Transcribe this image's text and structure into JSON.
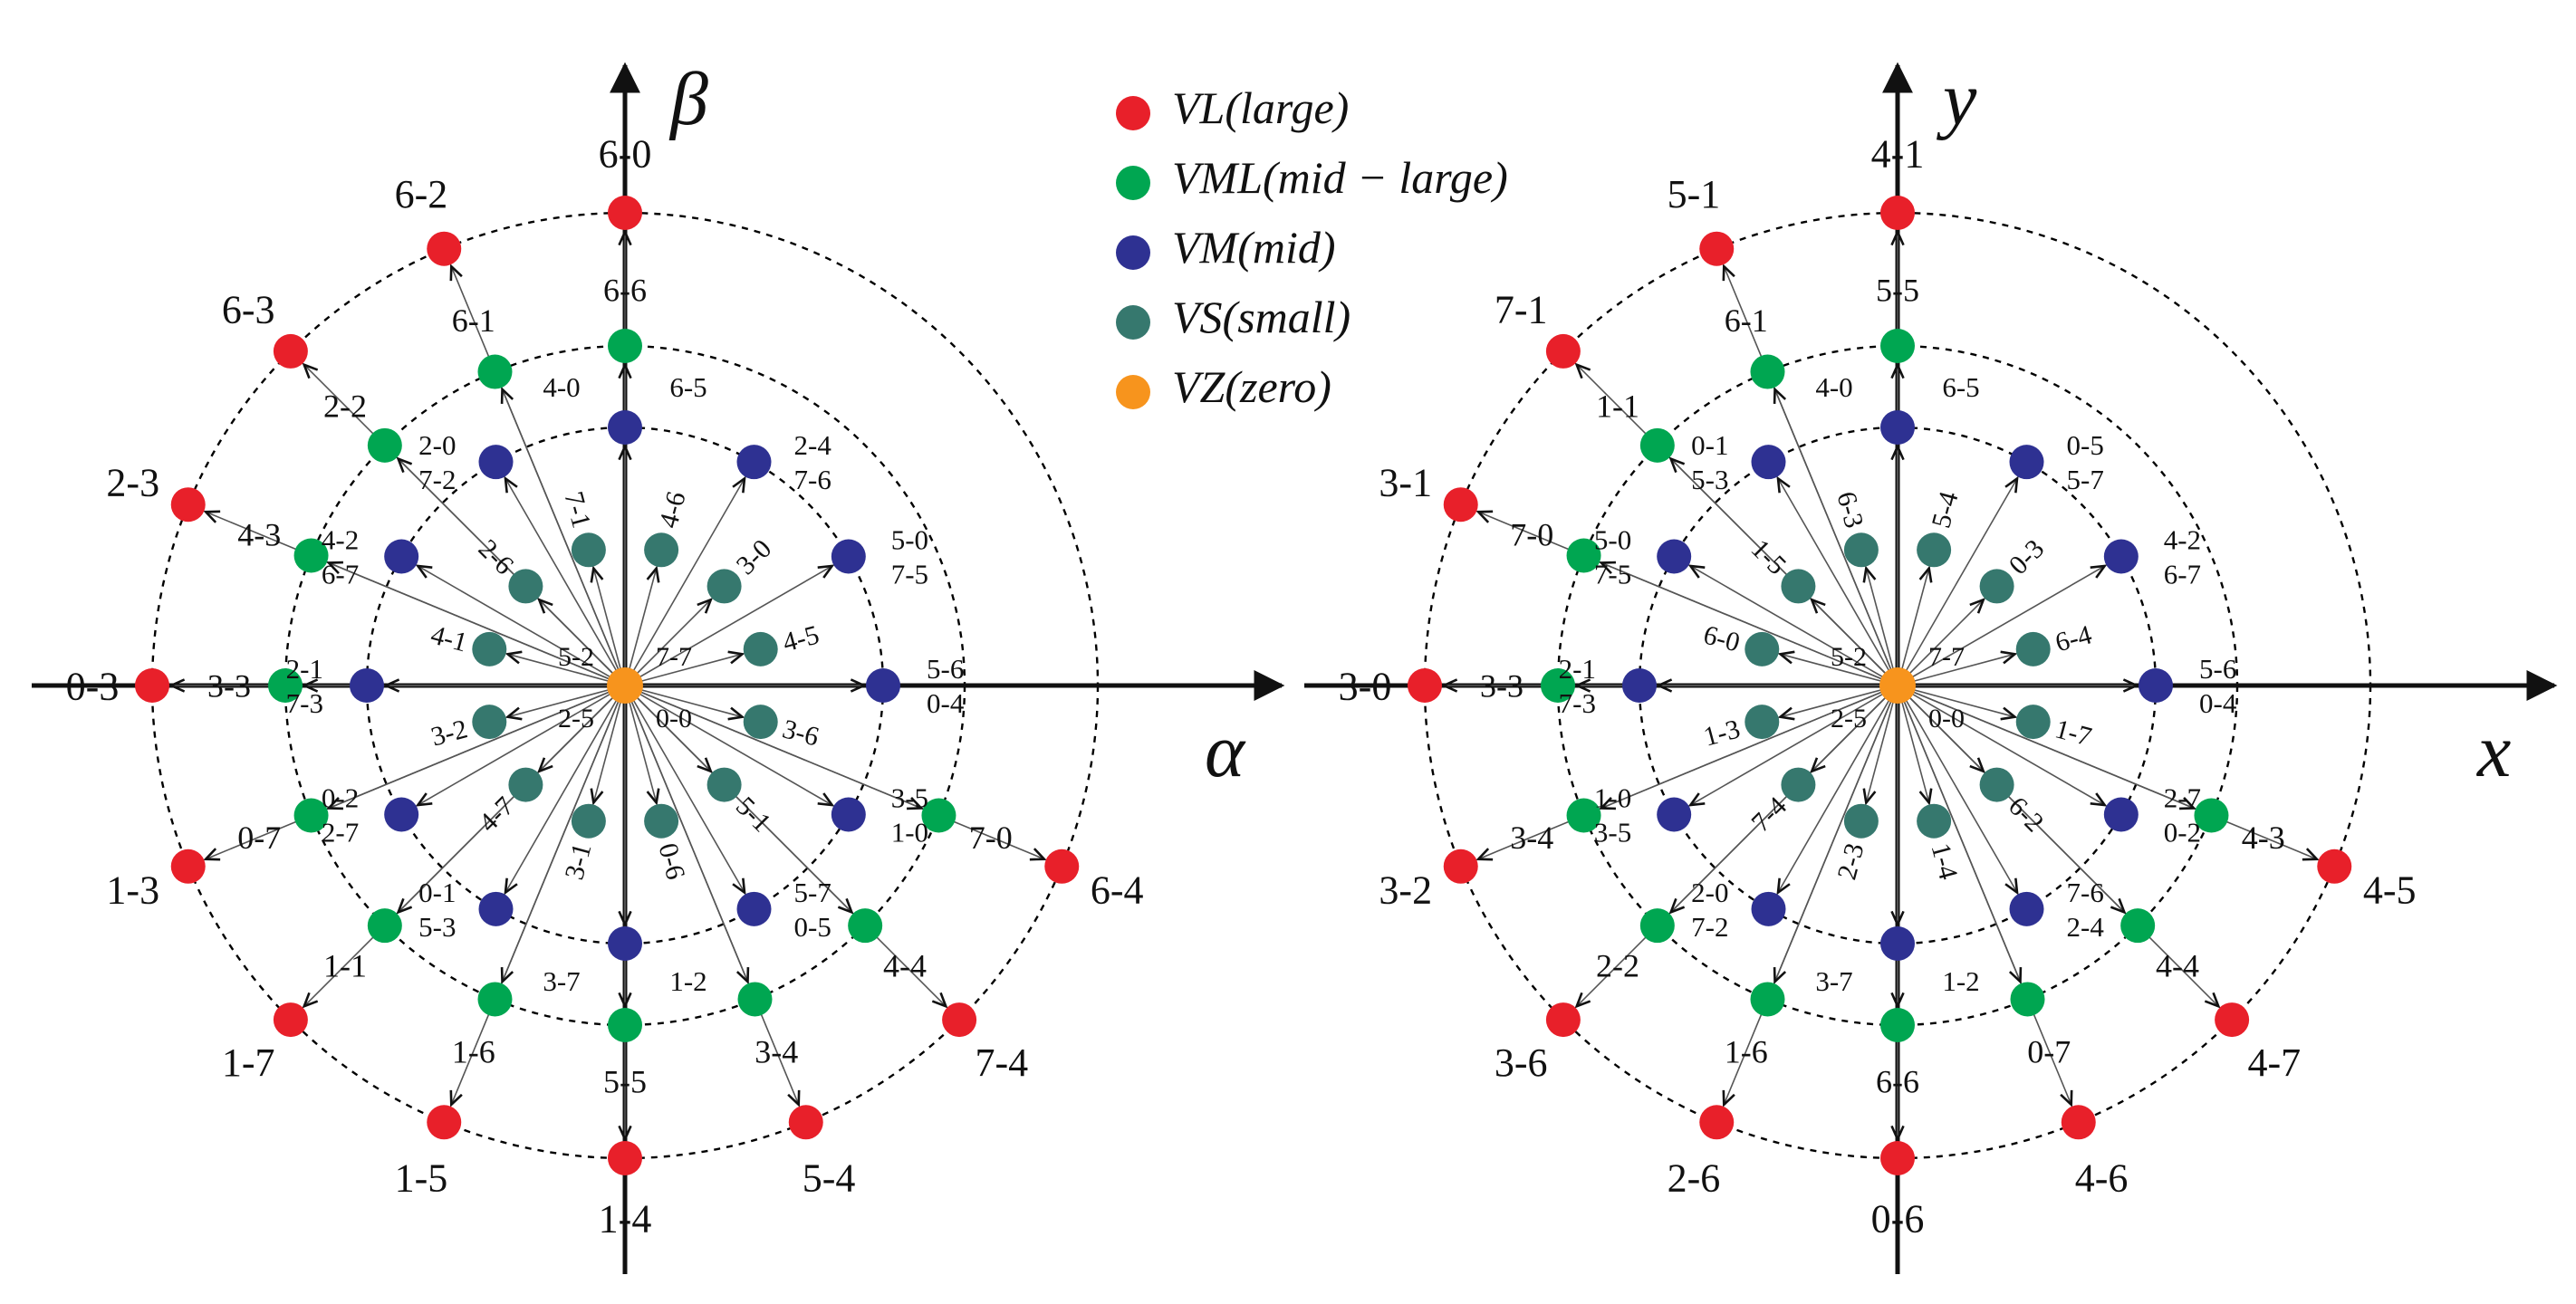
{
  "legend": [
    {
      "key": "VL",
      "label": "VL(large)",
      "color": "#e8202a"
    },
    {
      "key": "VML",
      "label": "VML(mid − large)",
      "color": "#00a651"
    },
    {
      "key": "VM",
      "label": "VM(mid)",
      "color": "#2e3192"
    },
    {
      "key": "VS",
      "label": "VS(small)",
      "color": "#36786e"
    },
    {
      "key": "VZ",
      "label": "VZ(zero)",
      "color": "#f7941d"
    }
  ],
  "colors": {
    "VL": "#e8202a",
    "VML": "#00a651",
    "VM": "#2e3192",
    "VS": "#36786e",
    "VZ": "#f7941d",
    "axis": "#111111",
    "circle": "#000000",
    "arrow": "#555555"
  },
  "diagrams": [
    {
      "id": "alpha-beta",
      "x_axis_label": "α",
      "y_axis_label": "β",
      "origin_labels": [
        "5-2",
        "7-7",
        "2-5",
        "0-0"
      ],
      "vectors": [
        {
          "cls": "VL",
          "angle": 0,
          "labels": [
            "6-0"
          ]
        },
        {
          "cls": "VL",
          "angle": 22.5,
          "labels": [
            "6-2"
          ]
        },
        {
          "cls": "VL",
          "angle": 45,
          "labels": [
            "6-3"
          ]
        },
        {
          "cls": "VL",
          "angle": 67.5,
          "labels": [
            "2-3"
          ]
        },
        {
          "cls": "VL",
          "angle": 90,
          "labels": [
            "0-3"
          ]
        },
        {
          "cls": "VL",
          "angle": 112.5,
          "labels": [
            "1-3"
          ]
        },
        {
          "cls": "VL",
          "angle": 135,
          "labels": [
            "1-7"
          ]
        },
        {
          "cls": "VL",
          "angle": 157.5,
          "labels": [
            "1-5"
          ]
        },
        {
          "cls": "VL",
          "angle": 180,
          "labels": [
            "1-4"
          ]
        },
        {
          "cls": "VL",
          "angle": 202.5,
          "labels": [
            "5-4"
          ]
        },
        {
          "cls": "VL",
          "angle": 225,
          "labels": [
            "7-4"
          ]
        },
        {
          "cls": "VL",
          "angle": 247.5,
          "labels": [
            "6-4"
          ]
        },
        {
          "cls": "VML",
          "angle": 0,
          "labels": [
            "6-6"
          ]
        },
        {
          "cls": "VML",
          "angle": 22.5,
          "labels": [
            "6-1"
          ]
        },
        {
          "cls": "VML",
          "angle": 45,
          "labels": [
            "2-2"
          ]
        },
        {
          "cls": "VML",
          "angle": 67.5,
          "labels": [
            "4-3"
          ]
        },
        {
          "cls": "VML",
          "angle": 90,
          "labels": [
            "3-3"
          ]
        },
        {
          "cls": "VML",
          "angle": 112.5,
          "labels": [
            "0-7"
          ]
        },
        {
          "cls": "VML",
          "angle": 135,
          "labels": [
            "1-1"
          ]
        },
        {
          "cls": "VML",
          "angle": 157.5,
          "labels": [
            "1-6"
          ]
        },
        {
          "cls": "VML",
          "angle": 180,
          "labels": [
            "5-5"
          ]
        },
        {
          "cls": "VML",
          "angle": 202.5,
          "labels": [
            "3-4"
          ]
        },
        {
          "cls": "VML",
          "angle": 225,
          "labels": [
            "4-4"
          ]
        },
        {
          "cls": "VML",
          "angle": 247.5,
          "labels": [
            "7-0"
          ]
        },
        {
          "cls": "VM",
          "angle": 0,
          "labels": [
            "4-0",
            "6-5"
          ]
        },
        {
          "cls": "VM",
          "angle": 30,
          "labels": [
            "2-0",
            "7-2"
          ]
        },
        {
          "cls": "VM",
          "angle": 60,
          "labels": [
            "4-2",
            "6-7"
          ]
        },
        {
          "cls": "VM",
          "angle": 90,
          "labels": [
            "2-1",
            "7-3"
          ]
        },
        {
          "cls": "VM",
          "angle": 120,
          "labels": [
            "0-2",
            "2-7"
          ]
        },
        {
          "cls": "VM",
          "angle": 150,
          "labels": [
            "0-1",
            "5-3"
          ]
        },
        {
          "cls": "VM",
          "angle": 180,
          "labels": [
            "3-7",
            "1-2"
          ]
        },
        {
          "cls": "VM",
          "angle": 210,
          "labels": [
            "5-7",
            "0-5"
          ]
        },
        {
          "cls": "VM",
          "angle": 240,
          "labels": [
            "3-5",
            "1-0"
          ]
        },
        {
          "cls": "VM",
          "angle": 270,
          "labels": [
            "5-6",
            "0-4"
          ]
        },
        {
          "cls": "VM",
          "angle": 300,
          "labels": [
            "5-0",
            "7-5"
          ]
        },
        {
          "cls": "VM",
          "angle": 330,
          "labels": [
            "2-4",
            "7-6"
          ]
        },
        {
          "cls": "VS",
          "angle": 15,
          "labels": [
            "7-1"
          ]
        },
        {
          "cls": "VS",
          "angle": 45,
          "labels": [
            "2-6"
          ]
        },
        {
          "cls": "VS",
          "angle": 75,
          "labels": [
            "4-1"
          ]
        },
        {
          "cls": "VS",
          "angle": 105,
          "labels": [
            "3-2"
          ]
        },
        {
          "cls": "VS",
          "angle": 135,
          "labels": [
            "4-7"
          ]
        },
        {
          "cls": "VS",
          "angle": 165,
          "labels": [
            "3-1"
          ]
        },
        {
          "cls": "VS",
          "angle": 195,
          "labels": [
            "0-6"
          ]
        },
        {
          "cls": "VS",
          "angle": 225,
          "labels": [
            "5-1"
          ]
        },
        {
          "cls": "VS",
          "angle": 255,
          "labels": [
            "3-6"
          ]
        },
        {
          "cls": "VS",
          "angle": 285,
          "labels": [
            "4-5"
          ]
        },
        {
          "cls": "VS",
          "angle": 315,
          "labels": [
            "3-0"
          ]
        },
        {
          "cls": "VS",
          "angle": 345,
          "labels": [
            "4-6"
          ]
        }
      ]
    },
    {
      "id": "x-y",
      "x_axis_label": "x",
      "y_axis_label": "y",
      "origin_labels": [
        "5-2",
        "7-7",
        "2-5",
        "0-0"
      ],
      "vectors": [
        {
          "cls": "VL",
          "angle": 0,
          "labels": [
            "4-1"
          ]
        },
        {
          "cls": "VL",
          "angle": 22.5,
          "labels": [
            "5-1"
          ]
        },
        {
          "cls": "VL",
          "angle": 45,
          "labels": [
            "7-1"
          ]
        },
        {
          "cls": "VL",
          "angle": 67.5,
          "labels": [
            "3-1"
          ]
        },
        {
          "cls": "VL",
          "angle": 90,
          "labels": [
            "3-0"
          ]
        },
        {
          "cls": "VL",
          "angle": 112.5,
          "labels": [
            "3-2"
          ]
        },
        {
          "cls": "VL",
          "angle": 135,
          "labels": [
            "3-6"
          ]
        },
        {
          "cls": "VL",
          "angle": 157.5,
          "labels": [
            "2-6"
          ]
        },
        {
          "cls": "VL",
          "angle": 180,
          "labels": [
            "0-6"
          ]
        },
        {
          "cls": "VL",
          "angle": 202.5,
          "labels": [
            "4-6"
          ]
        },
        {
          "cls": "VL",
          "angle": 225,
          "labels": [
            "4-7"
          ]
        },
        {
          "cls": "VL",
          "angle": 247.5,
          "labels": [
            "4-5"
          ]
        },
        {
          "cls": "VML",
          "angle": 0,
          "labels": [
            "5-5"
          ]
        },
        {
          "cls": "VML",
          "angle": 22.5,
          "labels": [
            "6-1"
          ]
        },
        {
          "cls": "VML",
          "angle": 45,
          "labels": [
            "1-1"
          ]
        },
        {
          "cls": "VML",
          "angle": 67.5,
          "labels": [
            "7-0"
          ]
        },
        {
          "cls": "VML",
          "angle": 90,
          "labels": [
            "3-3"
          ]
        },
        {
          "cls": "VML",
          "angle": 112.5,
          "labels": [
            "3-4"
          ]
        },
        {
          "cls": "VML",
          "angle": 135,
          "labels": [
            "2-2"
          ]
        },
        {
          "cls": "VML",
          "angle": 157.5,
          "labels": [
            "1-6"
          ]
        },
        {
          "cls": "VML",
          "angle": 180,
          "labels": [
            "6-6"
          ]
        },
        {
          "cls": "VML",
          "angle": 202.5,
          "labels": [
            "0-7"
          ]
        },
        {
          "cls": "VML",
          "angle": 225,
          "labels": [
            "4-4"
          ]
        },
        {
          "cls": "VML",
          "angle": 247.5,
          "labels": [
            "4-3"
          ]
        },
        {
          "cls": "VM",
          "angle": 0,
          "labels": [
            "4-0",
            "6-5"
          ]
        },
        {
          "cls": "VM",
          "angle": 30,
          "labels": [
            "0-1",
            "5-3"
          ]
        },
        {
          "cls": "VM",
          "angle": 60,
          "labels": [
            "5-0",
            "7-5"
          ]
        },
        {
          "cls": "VM",
          "angle": 90,
          "labels": [
            "2-1",
            "7-3"
          ]
        },
        {
          "cls": "VM",
          "angle": 120,
          "labels": [
            "1-0",
            "3-5"
          ]
        },
        {
          "cls": "VM",
          "angle": 150,
          "labels": [
            "2-0",
            "7-2"
          ]
        },
        {
          "cls": "VM",
          "angle": 180,
          "labels": [
            "3-7",
            "1-2"
          ]
        },
        {
          "cls": "VM",
          "angle": 210,
          "labels": [
            "7-6",
            "2-4"
          ]
        },
        {
          "cls": "VM",
          "angle": 240,
          "labels": [
            "2-7",
            "0-2"
          ]
        },
        {
          "cls": "VM",
          "angle": 270,
          "labels": [
            "5-6",
            "0-4"
          ]
        },
        {
          "cls": "VM",
          "angle": 300,
          "labels": [
            "4-2",
            "6-7"
          ]
        },
        {
          "cls": "VM",
          "angle": 330,
          "labels": [
            "0-5",
            "5-7"
          ]
        },
        {
          "cls": "VS",
          "angle": 15,
          "labels": [
            "6-3"
          ]
        },
        {
          "cls": "VS",
          "angle": 45,
          "labels": [
            "1-5"
          ]
        },
        {
          "cls": "VS",
          "angle": 75,
          "labels": [
            "6-0"
          ]
        },
        {
          "cls": "VS",
          "angle": 105,
          "labels": [
            "1-3"
          ]
        },
        {
          "cls": "VS",
          "angle": 135,
          "labels": [
            "7-4"
          ]
        },
        {
          "cls": "VS",
          "angle": 165,
          "labels": [
            "2-3"
          ]
        },
        {
          "cls": "VS",
          "angle": 195,
          "labels": [
            "1-4"
          ]
        },
        {
          "cls": "VS",
          "angle": 225,
          "labels": [
            "6-2"
          ]
        },
        {
          "cls": "VS",
          "angle": 255,
          "labels": [
            "1-7"
          ]
        },
        {
          "cls": "VS",
          "angle": 285,
          "labels": [
            "6-4"
          ]
        },
        {
          "cls": "VS",
          "angle": 315,
          "labels": [
            "0-3"
          ]
        },
        {
          "cls": "VS",
          "angle": 345,
          "labels": [
            "5-4"
          ]
        }
      ]
    }
  ]
}
